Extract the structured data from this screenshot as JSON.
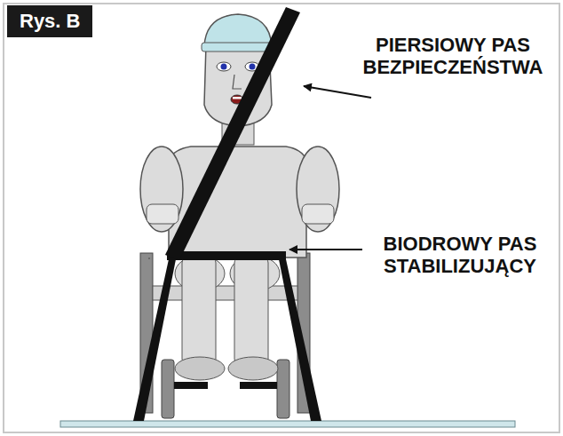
{
  "diagram": {
    "title": "Rys. B",
    "labels": [
      "PIERSIOWY PAS BEZPIECZEŃSTWA",
      "BIODROWY PAS STABILIZUJĄCY"
    ]
  }
}
